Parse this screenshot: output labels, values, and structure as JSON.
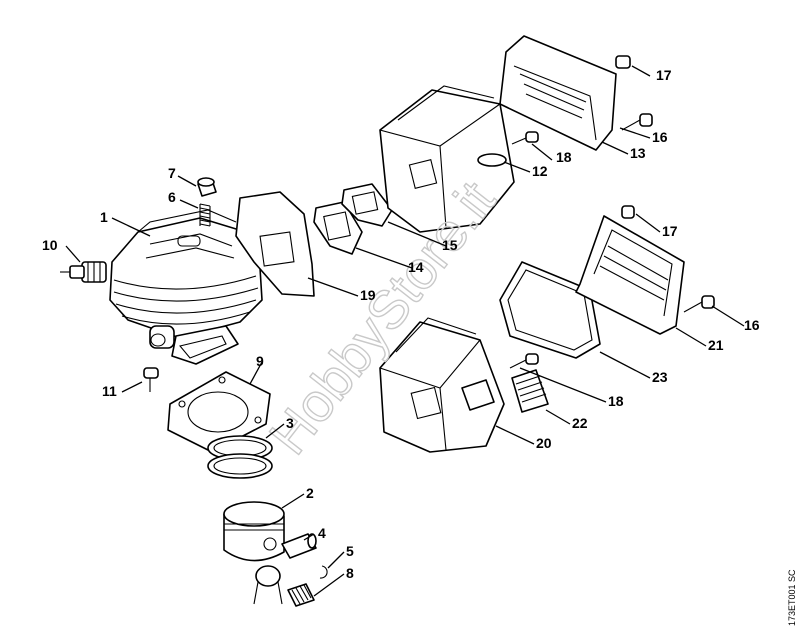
{
  "watermark": "HobbyStore.it",
  "drawing_code": "173ET001 SC",
  "callouts": [
    {
      "id": "c1",
      "label": "1"
    },
    {
      "id": "c2",
      "label": "2"
    },
    {
      "id": "c3",
      "label": "3"
    },
    {
      "id": "c4",
      "label": "4"
    },
    {
      "id": "c5",
      "label": "5"
    },
    {
      "id": "c6",
      "label": "6"
    },
    {
      "id": "c7",
      "label": "7"
    },
    {
      "id": "c8",
      "label": "8"
    },
    {
      "id": "c9",
      "label": "9"
    },
    {
      "id": "c10",
      "label": "10"
    },
    {
      "id": "c11",
      "label": "11"
    },
    {
      "id": "c12",
      "label": "12"
    },
    {
      "id": "c13",
      "label": "13"
    },
    {
      "id": "c14",
      "label": "14"
    },
    {
      "id": "c15",
      "label": "15"
    },
    {
      "id": "c16a",
      "label": "16"
    },
    {
      "id": "c16b",
      "label": "16"
    },
    {
      "id": "c17a",
      "label": "17"
    },
    {
      "id": "c17b",
      "label": "17"
    },
    {
      "id": "c18a",
      "label": "18"
    },
    {
      "id": "c18b",
      "label": "18"
    },
    {
      "id": "c19",
      "label": "19"
    },
    {
      "id": "c20",
      "label": "20"
    },
    {
      "id": "c21",
      "label": "21"
    },
    {
      "id": "c22",
      "label": "22"
    },
    {
      "id": "c23",
      "label": "23"
    }
  ]
}
